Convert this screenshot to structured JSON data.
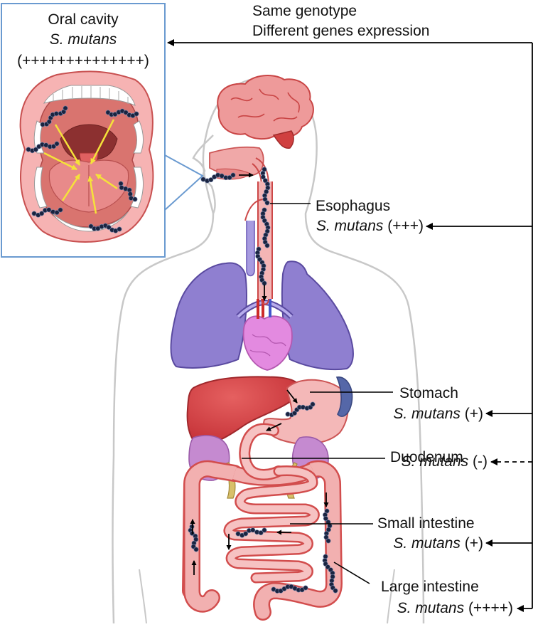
{
  "top_note": {
    "line1": "Same genotype",
    "line2": "Different genes expression"
  },
  "oral": {
    "title": "Oral cavity",
    "species": "S. mutans",
    "level": "(++++++++++++++)"
  },
  "esophagus": {
    "name": "Esophagus",
    "species": "S. mutans",
    "level": " (+++)"
  },
  "stomach": {
    "name": "Stomach",
    "species": "S. mutans",
    "level": " (+)"
  },
  "duodenum": {
    "name": "Duodenum",
    "species": "S. mutans",
    "level": " (-)"
  },
  "small_intestine": {
    "name": "Small intestine",
    "species": "S. mutans",
    "level": " (+)"
  },
  "large_intestine": {
    "name": "Large intestine",
    "species": "S. mutans",
    "level": " (++++)"
  },
  "colors": {
    "tissue_pink": "#f2b8b8",
    "tissue_red": "#d84a4a",
    "lung_purple": "#8f7fd0",
    "liver_red": "#d63a3a",
    "bacteria": "#1a2440",
    "arrow_yellow": "#f5e23a",
    "callout_blue": "#6a9ad0"
  }
}
